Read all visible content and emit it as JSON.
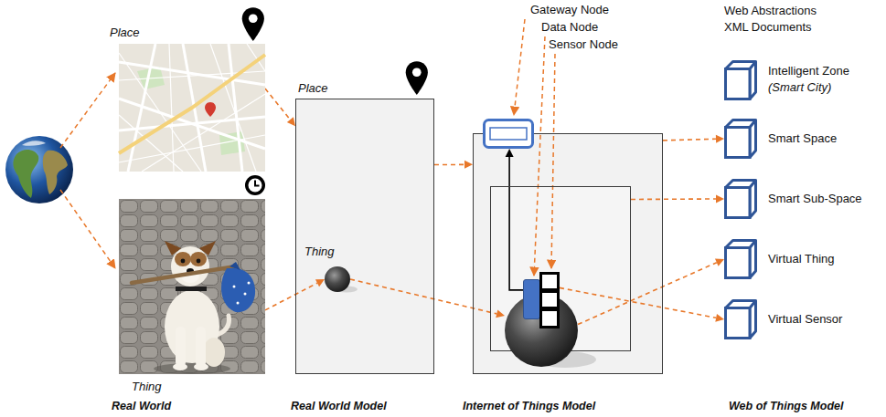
{
  "diagram": {
    "nodes": [
      {
        "text": [
          "Place"
        ]
      },
      {
        "text": [
          "Thing"
        ]
      },
      {
        "text": [
          "Place"
        ]
      },
      {
        "text": [
          "Thing"
        ],
        "in": 2
      },
      {
        "text": []
      },
      {
        "text": [],
        "in": 4
      },
      {
        "text": []
      },
      {
        "text": [],
        "in": 5
      },
      {
        "text": [],
        "in": 5
      },
      {
        "text": [],
        "in": 5
      },
      {
        "text": [
          "Intelligent Zone",
          "(Smart City)"
        ]
      },
      {
        "text": [
          "Smart Space"
        ]
      },
      {
        "text": [
          "Smart Sub-Space"
        ]
      },
      {
        "text": [
          "Virtual Thing"
        ]
      },
      {
        "text": [
          "Virtual Sensor"
        ]
      }
    ],
    "edges": [
      {
        "from": 0,
        "to": 2,
        "arrow": "to"
      },
      {
        "from": 1,
        "to": 3,
        "arrow": "to"
      },
      {
        "from": 3,
        "to": 7,
        "arrow": "to"
      },
      {
        "from": 2,
        "to": 4,
        "arrow": "to"
      },
      {
        "from": 4,
        "to": 11,
        "arrow": "to"
      },
      {
        "from": 5,
        "to": 12,
        "arrow": "to"
      },
      {
        "from": 7,
        "to": 13,
        "arrow": "to"
      },
      {
        "from": 9,
        "to": 14,
        "arrow": "to"
      },
      {
        "from": 8,
        "to": 6,
        "arrow": "to"
      }
    ],
    "labels": [
      "Gateway Node",
      "Data Node",
      "Sensor Node",
      "Web Abstractions",
      "XML Documents",
      "Real World",
      "Real World Model",
      "Internet of Things Model",
      "Web of Things Model"
    ]
  }
}
